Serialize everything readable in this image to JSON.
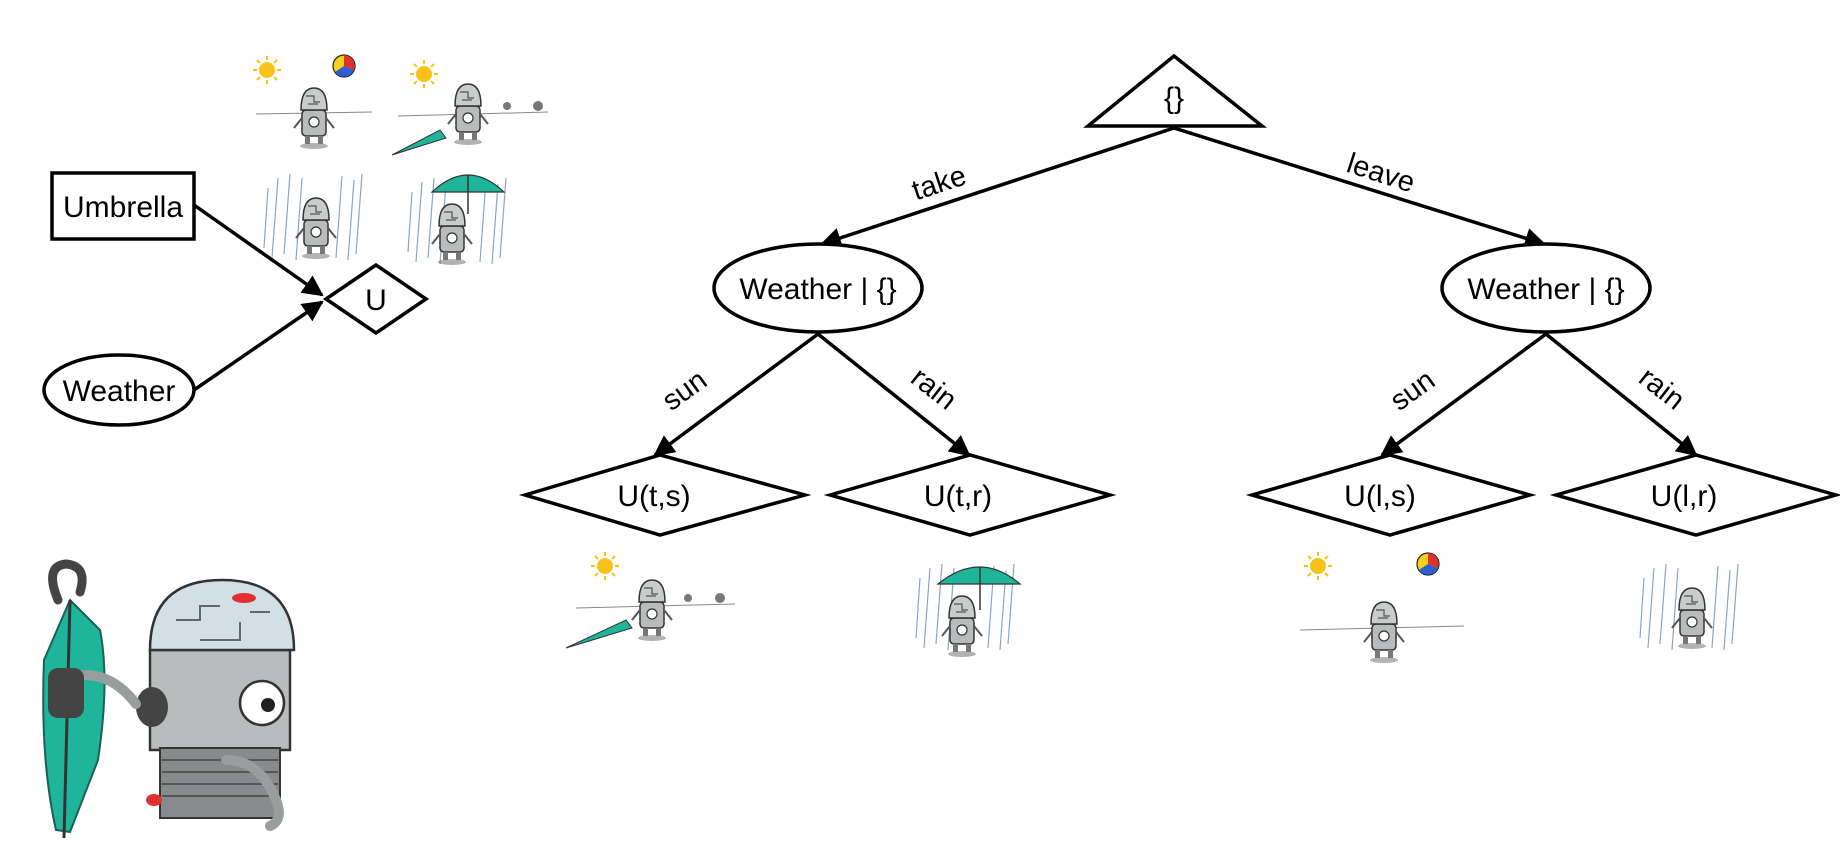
{
  "influence_diagram": {
    "umbrella": "Umbrella",
    "weather": "Weather",
    "utility": "U"
  },
  "tree": {
    "root": "{}",
    "edges": {
      "take": "take",
      "leave": "leave",
      "sun_left": "sun",
      "rain_left": "rain",
      "sun_right": "sun",
      "rain_right": "rain"
    },
    "chance_left": "Weather | {}",
    "chance_right": "Weather | {}",
    "leaves": {
      "ts": "U(t,s)",
      "tr": "U(t,r)",
      "ls": "U(l,s)",
      "lr": "U(l,r)"
    }
  },
  "colors": {
    "umbrella": "#1fb59a",
    "robot_body": "#b9bcbc",
    "robot_dark": "#555a5e",
    "sun": "#f7c21a",
    "rain": "#8aa6c2"
  }
}
